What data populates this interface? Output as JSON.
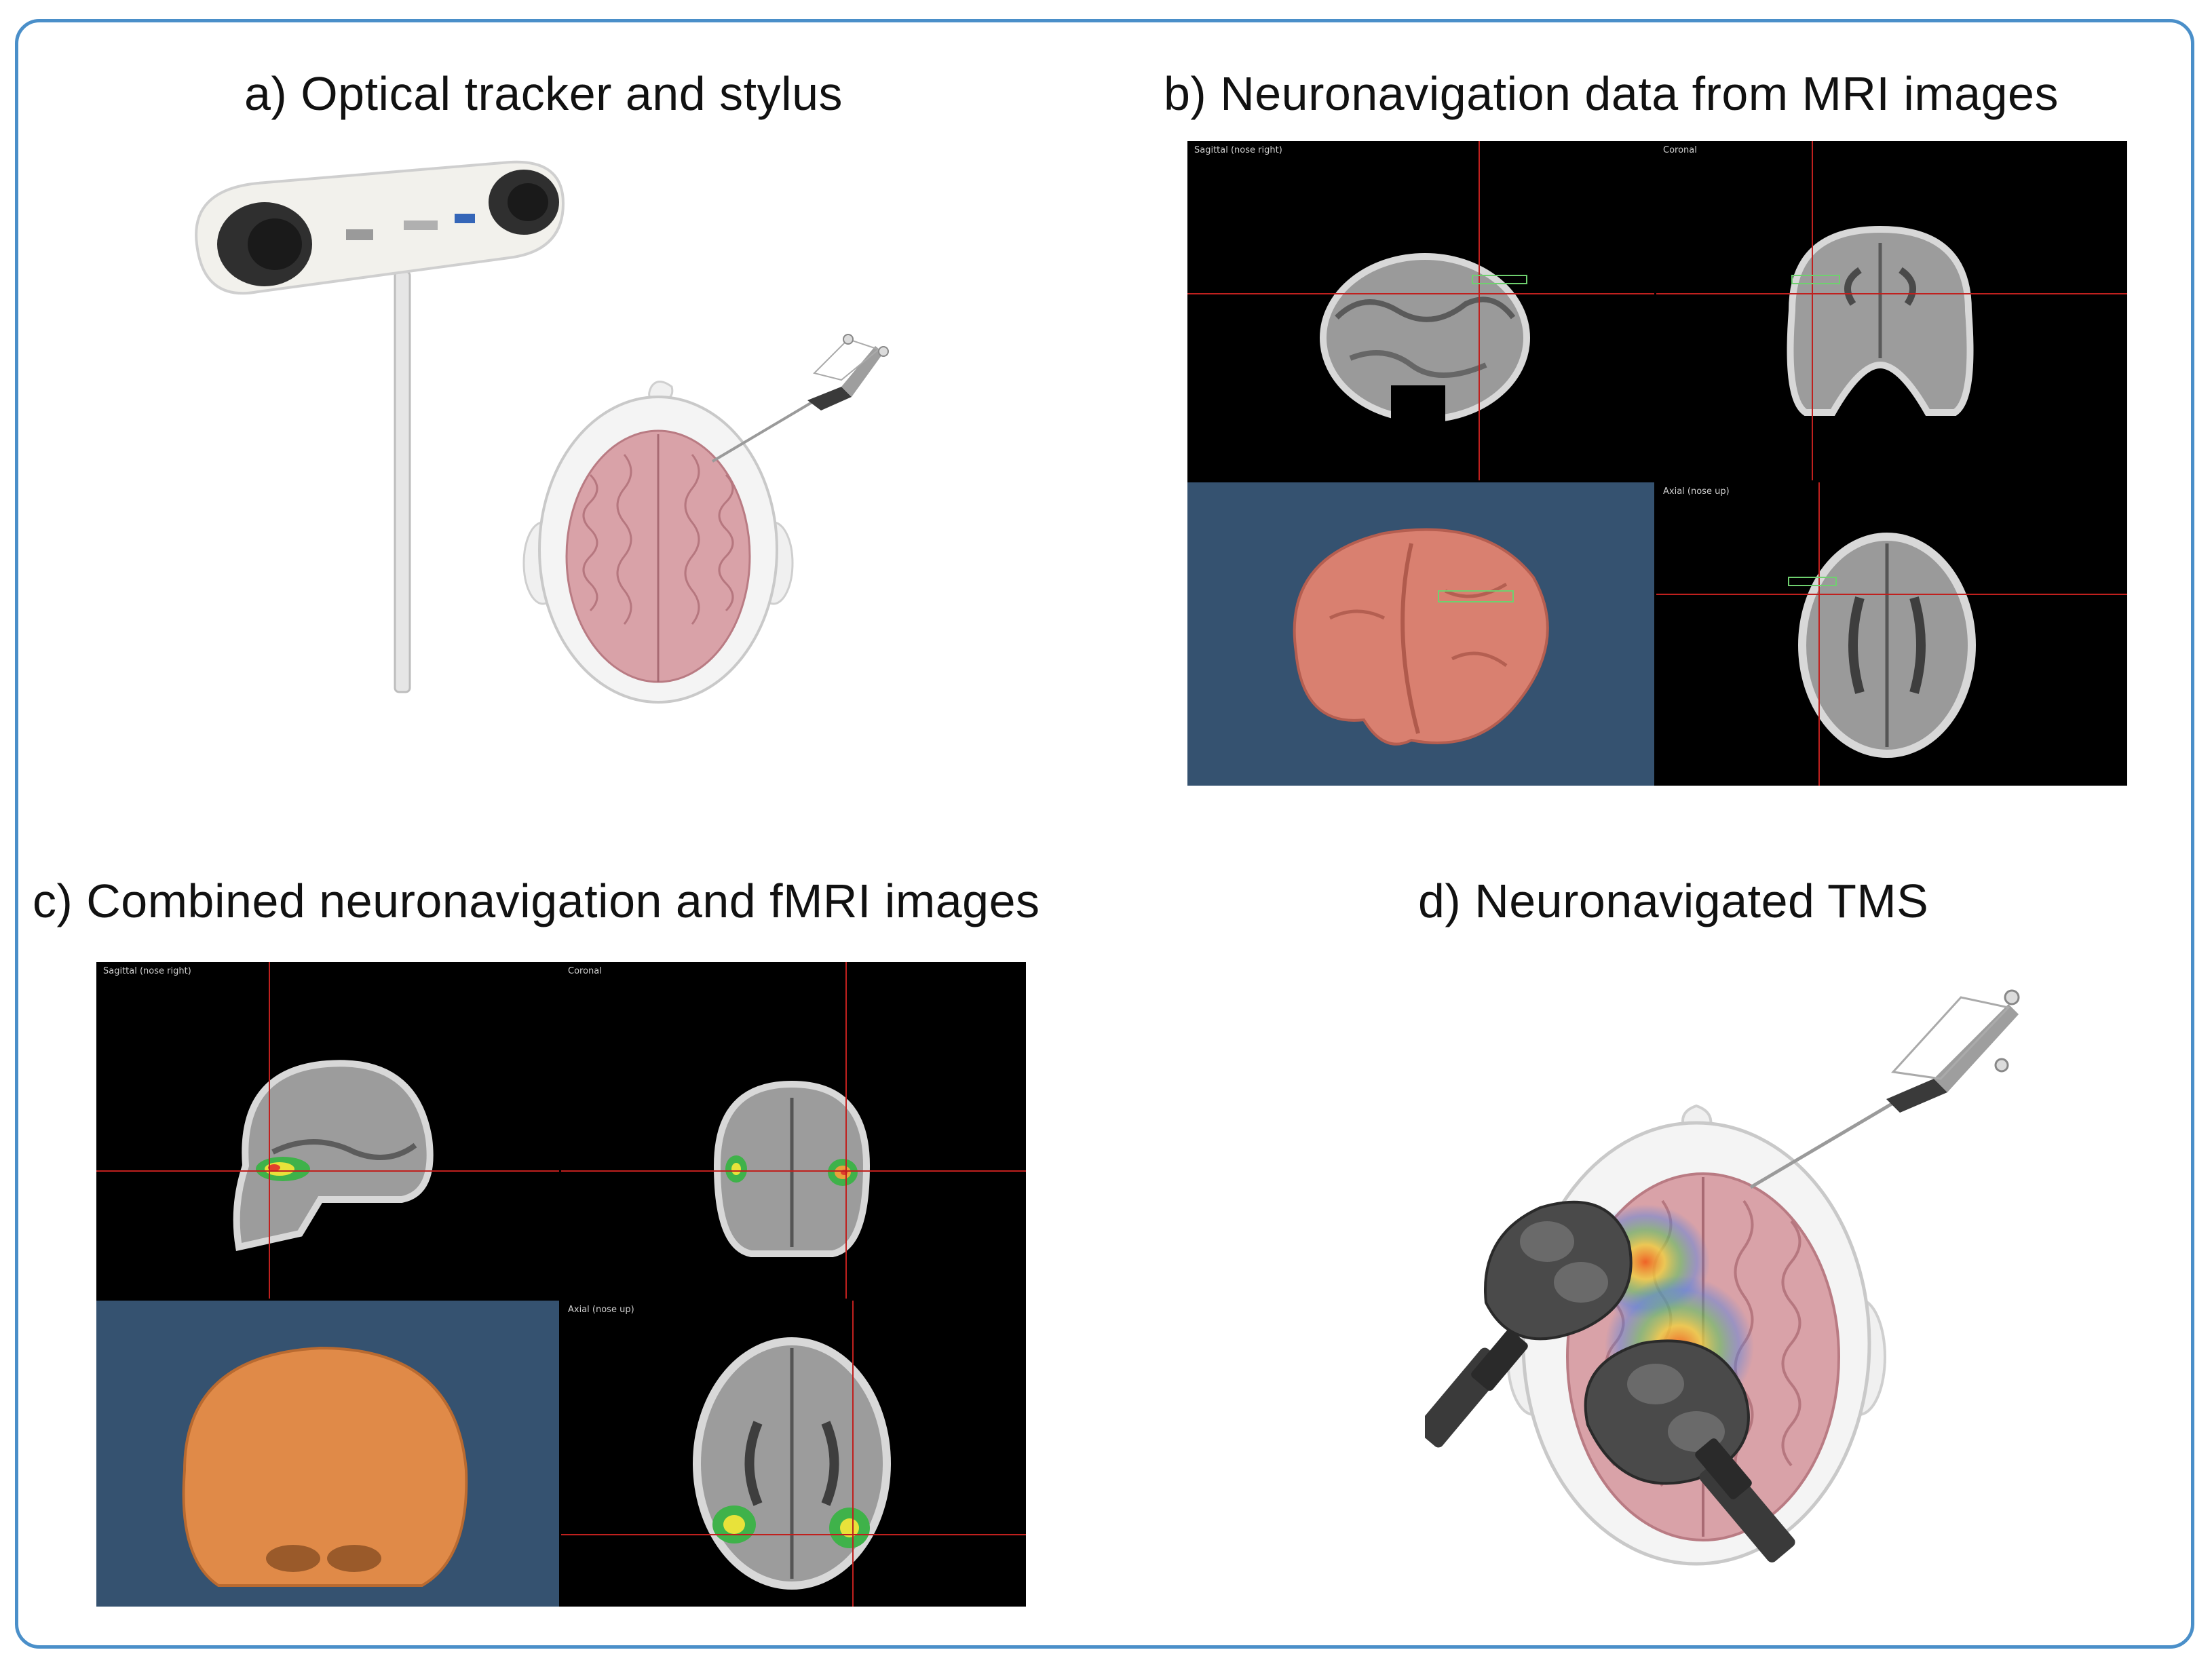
{
  "panels": {
    "a": {
      "title": "a)  Optical tracker and stylus"
    },
    "b": {
      "title": "b)  Neuronavigation data from MRI images",
      "views": {
        "sagittal": "Sagittal (nose right)",
        "coronal": "Coronal",
        "axial": "Axial (nose up)"
      }
    },
    "c": {
      "title": "c)  Combined neuronavigation and fMRI images",
      "views": {
        "sagittal": "Sagittal (nose right)",
        "coronal": "Coronal",
        "axial": "Axial (nose up)"
      }
    },
    "d": {
      "title": "d)  Neuronavigated TMS"
    }
  },
  "colors": {
    "frame_border": "#4a8fc9",
    "render_background": "#355270",
    "crosshair": "#c0201e",
    "brain_pink": "#d9a2a8",
    "brain_3d_b": "#d98070",
    "brain_3d_c": "#e08a48"
  },
  "icons": [
    "optical-tracker-icon",
    "stylus-icon",
    "head-top-view-icon",
    "tms-coil-icon"
  ]
}
